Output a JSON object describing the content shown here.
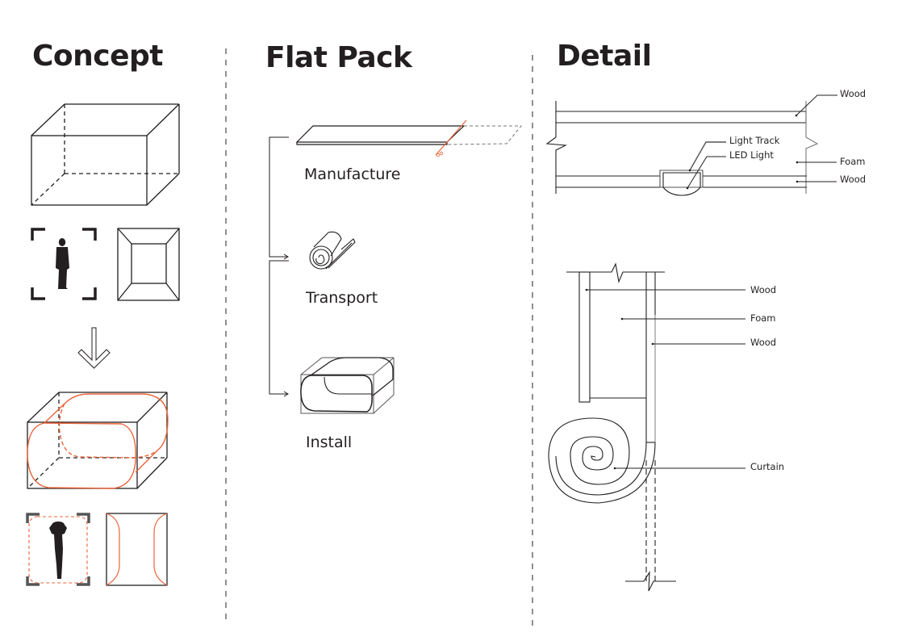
{
  "colors": {
    "ink": "#231f20",
    "accent": "#e8643a",
    "grey": "#555555"
  },
  "columns": {
    "concept": {
      "title": "Concept",
      "figures": [
        "box-icon",
        "person-frame-icon",
        "square-frustum-icon",
        "down-arrow-icon",
        "box-with-loop-icon",
        "person-arms-up-frame-icon",
        "curved-square-icon"
      ]
    },
    "flat_pack": {
      "title": "Flat Pack",
      "steps": [
        {
          "label": "Manufacture",
          "icon": "flat-panel-cut-icon"
        },
        {
          "label": "Transport",
          "icon": "rolled-panel-icon"
        },
        {
          "label": "Install",
          "icon": "installed-loop-icon"
        }
      ]
    },
    "detail": {
      "title": "Detail",
      "plan_callouts": {
        "wood_top": "Wood",
        "light_track": "Light Track",
        "led_light": "LED Light",
        "foam": "Foam",
        "wood_bottom": "Wood"
      },
      "section_callouts": {
        "wood_left": "Wood",
        "foam": "Foam",
        "wood_right": "Wood",
        "curtain": "Curtain"
      }
    }
  }
}
